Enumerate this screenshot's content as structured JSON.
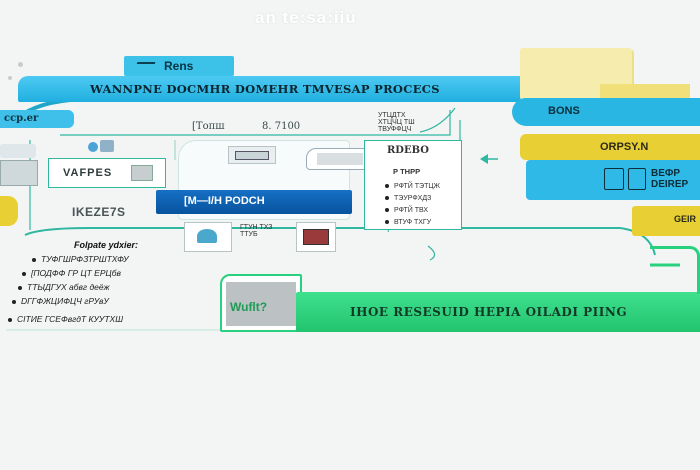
{
  "header": {
    "title": "an te:sa:iiu"
  },
  "tag": {
    "label": "Rens"
  },
  "banner": {
    "label": "WANNPNE DOCMHR DOMEHR TMVESAP PROCECS"
  },
  "left_tab": {
    "label": "сср.er"
  },
  "figures": {
    "left": "[Топш",
    "right": "8. 7100"
  },
  "mid_labels": [
    "УТЦДТХ",
    "ХТЦЧЦ ТШ",
    "ТВУФФЦЧ"
  ],
  "left_box": {
    "label": "VAFPES"
  },
  "left_code": {
    "label": "IKEZE7S"
  },
  "pouch": {
    "label": "[M—I/H PODCH"
  },
  "rbox": {
    "title": "RDEBO",
    "sub": "Р ТНРР",
    "items": [
      "РФТЙ ТЭТЦЖ",
      "ТЭУРФХДЗ",
      "РФТЙ ТВХ",
      "ВТУФ ТХГУ"
    ]
  },
  "below_labels": [
    "ГТУН ТХЗ",
    "ТТУБ"
  ],
  "notes": {
    "title": "Folpate ydxier:",
    "items": [
      "ТУФГШРФЗТРШТХФУ",
      "[ПОДФФ ГР ЦТ ЕРЦбв",
      "TТЫДГУХ абвг деёж",
      "DГГФЖЦИФЦЧ гРУвУ",
      "CIТИЕ ГСЕФвгдТ КУУТХШ"
    ]
  },
  "bottom_card": {
    "label": "Wuflt?"
  },
  "green_bar": {
    "label": "IHOE RESESUID HEPIA OILADI PIING"
  },
  "stack": {
    "bons": "BONS",
    "orpsn": "ORPSY.N",
    "dered": "BEФР DEIREР",
    "edge": "GEIR"
  },
  "colors": {
    "cyan": "#26b5e4",
    "green": "#27d17d",
    "yellow": "#e8cf33",
    "lightyellow": "#f5eaa8",
    "blue": "#0a5fb3",
    "teal": "#2fb7a0"
  }
}
